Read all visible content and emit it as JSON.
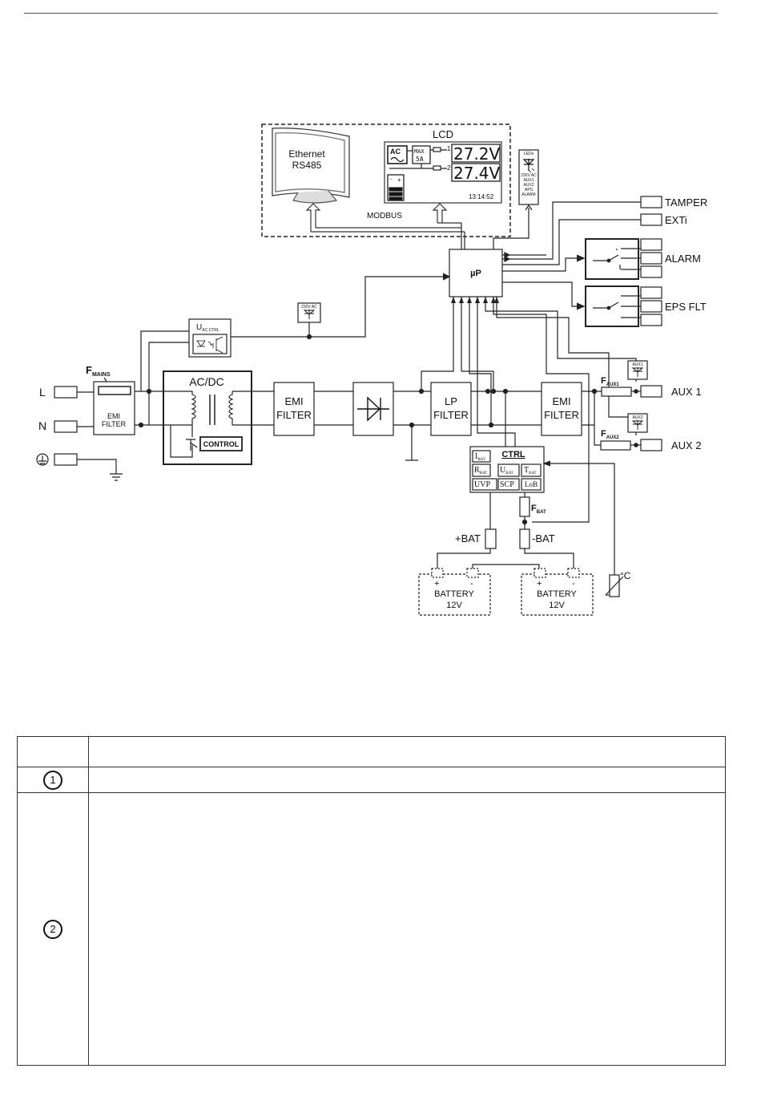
{
  "diagram": {
    "lcd": {
      "title": "LCD",
      "monitor_label_1": "Ethernet",
      "monitor_label_2": "RS485",
      "ac_icon": "AC",
      "max_line1": "MAX",
      "max_line2": "5A",
      "out1_index": "1",
      "out1_voltage": "27.2V",
      "out2_index": "2",
      "out2_voltage": "27.4V",
      "clock": "13:14:52",
      "bus_label": "MODBUS"
    },
    "leds_box": [
      "LEDs",
      "230V AC",
      "AUX1",
      "AUX2",
      "APS",
      "ALARM"
    ],
    "led_230_label": "230V AC",
    "mcu_label": "µP",
    "uac_ctrl": {
      "main": "U",
      "sub": "AC CTRL"
    },
    "inputs": {
      "L": "L",
      "N": "N"
    },
    "fuse_mains": {
      "main": "F",
      "sub": "MAINS"
    },
    "emi_filter_input": [
      "EMI",
      "FILTER"
    ],
    "acdc": "AC/DC",
    "control": "CONTROL",
    "emi_filter_1": [
      "EMI",
      "FILTER"
    ],
    "lp_filter": [
      "LP",
      "FILTER"
    ],
    "emi_filter_2": [
      "EMI",
      "FILTER"
    ],
    "outputs": {
      "tamper": "TAMPER",
      "exti": "EXTi",
      "alarm": "ALARM",
      "eps_flt": "EPS FLT",
      "aux1": "AUX 1",
      "aux2": "AUX 2"
    },
    "fuse_aux1": {
      "main": "F",
      "sub": "AUX1"
    },
    "fuse_aux2": {
      "main": "F",
      "sub": "AUX2"
    },
    "led_aux1": "AUX1",
    "led_aux2": "AUX2",
    "ctrl": {
      "title": "CTRL",
      "i_bat": {
        "main": "I",
        "sub": "BAT"
      },
      "r_bat": {
        "main": "R",
        "sub": "BAT"
      },
      "u_bat": {
        "main": "U",
        "sub": "BAT"
      },
      "t_bat": {
        "main": "T",
        "sub": "BAT"
      },
      "uvp": "UVP",
      "scp": "SCP",
      "lob": "LoB"
    },
    "fuse_bat": {
      "main": "F",
      "sub": "BAT"
    },
    "plus_bat": "+BAT",
    "minus_bat": "-BAT",
    "battery1": [
      "BATTERY",
      "12V"
    ],
    "battery2": [
      "BATTERY",
      "12V"
    ],
    "temp_sensor": "°C"
  },
  "legend": {
    "row1_number": "1",
    "row2_number": "2"
  }
}
